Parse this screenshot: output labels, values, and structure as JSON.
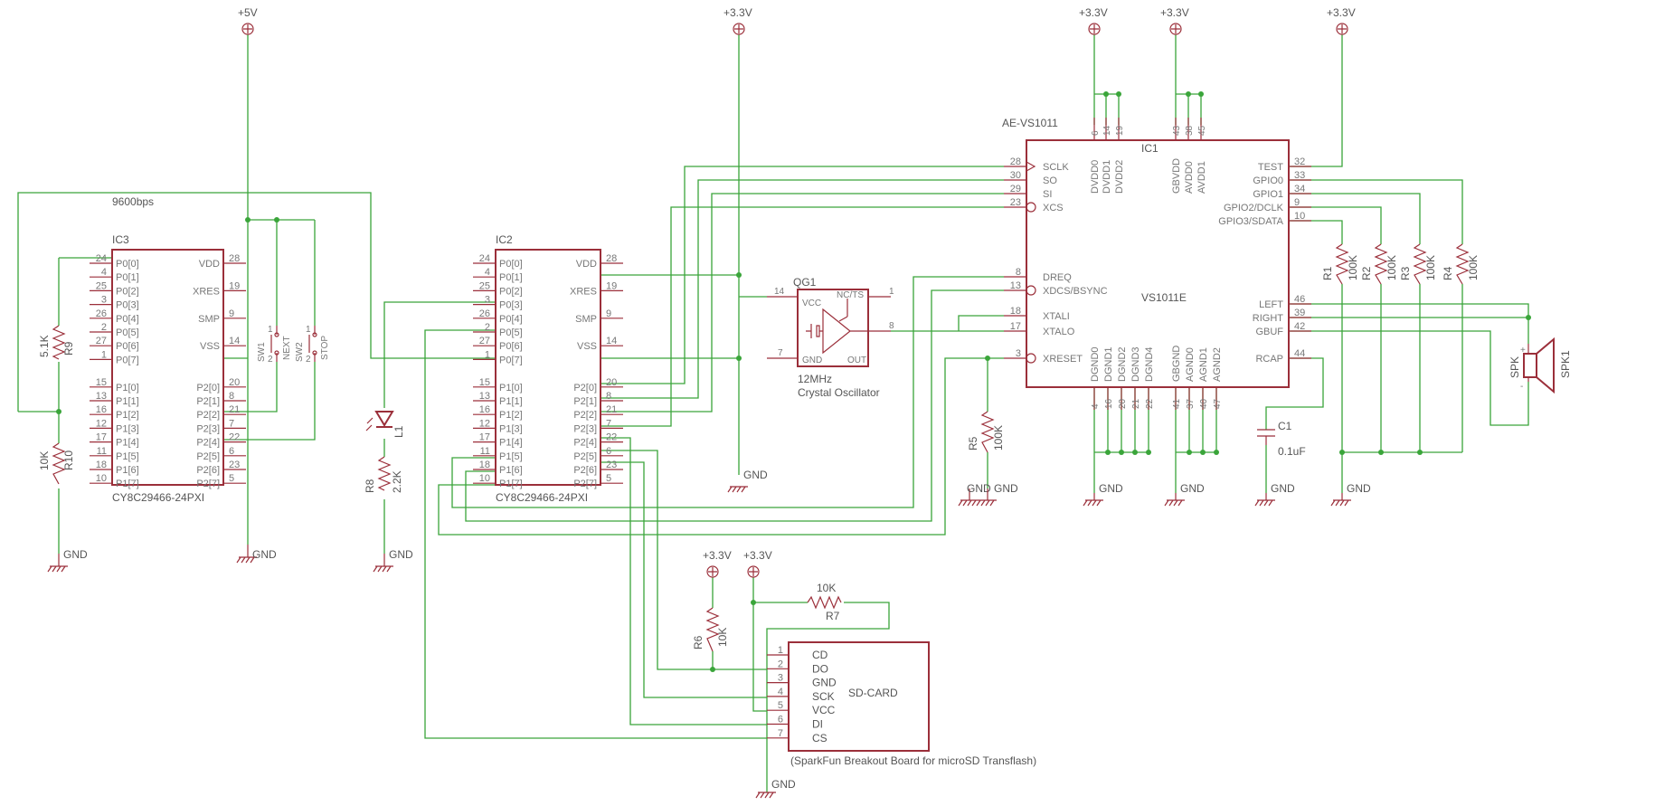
{
  "rails": {
    "v5": "+5V",
    "v33": "+3.3V",
    "gnd": "GND"
  },
  "net_9600": "9600bps",
  "ic3": {
    "name": "IC3",
    "part": "CY8C29466-24PXI",
    "left": [
      [
        "24",
        "P0[0]"
      ],
      [
        "4",
        "P0[1]"
      ],
      [
        "25",
        "P0[2]"
      ],
      [
        "3",
        "P0[3]"
      ],
      [
        "26",
        "P0[4]"
      ],
      [
        "2",
        "P0[5]"
      ],
      [
        "27",
        "P0[6]"
      ],
      [
        "1",
        "P0[7]"
      ],
      [
        "",
        ""
      ],
      [
        "15",
        "P1[0]"
      ],
      [
        "13",
        "P1[1]"
      ],
      [
        "16",
        "P1[2]"
      ],
      [
        "12",
        "P1[3]"
      ],
      [
        "17",
        "P1[4]"
      ],
      [
        "11",
        "P1[5]"
      ],
      [
        "18",
        "P1[6]"
      ],
      [
        "10",
        "P1[7]"
      ]
    ],
    "right": [
      [
        "28",
        "VDD"
      ],
      [
        "",
        ""
      ],
      [
        "19",
        "XRES"
      ],
      [
        "",
        ""
      ],
      [
        "9",
        "SMP"
      ],
      [
        "",
        ""
      ],
      [
        "14",
        "VSS"
      ],
      [
        "",
        ""
      ],
      [
        "",
        ""
      ],
      [
        "20",
        "P2[0]"
      ],
      [
        "8",
        "P2[1]"
      ],
      [
        "21",
        "P2[2]"
      ],
      [
        "7",
        "P2[3]"
      ],
      [
        "22",
        "P2[4]"
      ],
      [
        "6",
        "P2[5]"
      ],
      [
        "23",
        "P2[6]"
      ],
      [
        "5",
        "P2[7]"
      ]
    ]
  },
  "ic2": {
    "name": "IC2",
    "part": "CY8C29466-24PXI"
  },
  "r9": {
    "name": "R9",
    "value": "5.1K"
  },
  "r10": {
    "name": "R10",
    "value": "10K"
  },
  "sw1": {
    "name": "SW1",
    "label": "NEXT",
    "p1": "1",
    "p2": "2"
  },
  "sw2": {
    "name": "SW2",
    "label": "STOP",
    "p1": "1",
    "p2": "2"
  },
  "l1": {
    "name": "L1"
  },
  "r8": {
    "name": "R8",
    "value": "2.2K"
  },
  "qg1": {
    "name": "QG1",
    "vcc": "VCC",
    "gnd": "GND",
    "ncts": "NC/TS",
    "out": "OUT",
    "p14": "14",
    "p7": "7",
    "p1": "1",
    "p8": "8",
    "freq": "12MHz",
    "desc": "Crystal Oscillator"
  },
  "ic1": {
    "title": "AE-VS1011",
    "name": "IC1",
    "part": "VS1011E",
    "left": [
      [
        "28",
        "SCLK"
      ],
      [
        "30",
        "SO"
      ],
      [
        "29",
        "SI"
      ],
      [
        "23",
        "XCS"
      ],
      [
        "8",
        "DREQ"
      ],
      [
        "13",
        "XDCS/BSYNC"
      ],
      [
        "18",
        "XTALI"
      ],
      [
        "17",
        "XTALO"
      ],
      [
        "3",
        "XRESET"
      ]
    ],
    "right": [
      [
        "32",
        "TEST"
      ],
      [
        "33",
        "GPIO0"
      ],
      [
        "34",
        "GPIO1"
      ],
      [
        "9",
        "GPIO2/DCLK"
      ],
      [
        "10",
        "GPIO3/SDATA"
      ],
      [
        "46",
        "LEFT"
      ],
      [
        "39",
        "RIGHT"
      ],
      [
        "42",
        "GBUF"
      ],
      [
        "44",
        "RCAP"
      ]
    ],
    "top": [
      [
        "6",
        "DVDD0"
      ],
      [
        "14",
        "DVDD1"
      ],
      [
        "19",
        "DVDD2"
      ],
      [
        "43",
        "GBVDD"
      ],
      [
        "38",
        "AVDD0"
      ],
      [
        "45",
        "AVDD1"
      ]
    ],
    "bottom": [
      [
        "4",
        "DGND0"
      ],
      [
        "16",
        "DGND1"
      ],
      [
        "20",
        "DGND2"
      ],
      [
        "21",
        "DGND3"
      ],
      [
        "22",
        "DGND4"
      ],
      [
        "41",
        "GBGND"
      ],
      [
        "37",
        "AGND0"
      ],
      [
        "40",
        "AGND1"
      ],
      [
        "47",
        "AGND2"
      ]
    ]
  },
  "r1": {
    "name": "R1",
    "value": "100K"
  },
  "r2": {
    "name": "R2",
    "value": "100K"
  },
  "r3": {
    "name": "R3",
    "value": "100K"
  },
  "r4": {
    "name": "R4",
    "value": "100K"
  },
  "r5": {
    "name": "R5",
    "value": "100K"
  },
  "c1": {
    "name": "C1",
    "value": "0.1uF"
  },
  "spk": {
    "name": "SPK1",
    "short": "SPK",
    "plus": "+",
    "minus": "-"
  },
  "r6": {
    "name": "R6",
    "value": "10K"
  },
  "r7": {
    "name": "R7",
    "value": "10K"
  },
  "sd": {
    "label": "SD-CARD",
    "desc": "(SparkFun Breakout Board for microSD Transflash)",
    "pins": [
      [
        "1",
        "CD"
      ],
      [
        "2",
        "DO"
      ],
      [
        "3",
        "GND"
      ],
      [
        "4",
        "SCK"
      ],
      [
        "5",
        "VCC"
      ],
      [
        "6",
        "DI"
      ],
      [
        "7",
        "CS"
      ]
    ]
  }
}
